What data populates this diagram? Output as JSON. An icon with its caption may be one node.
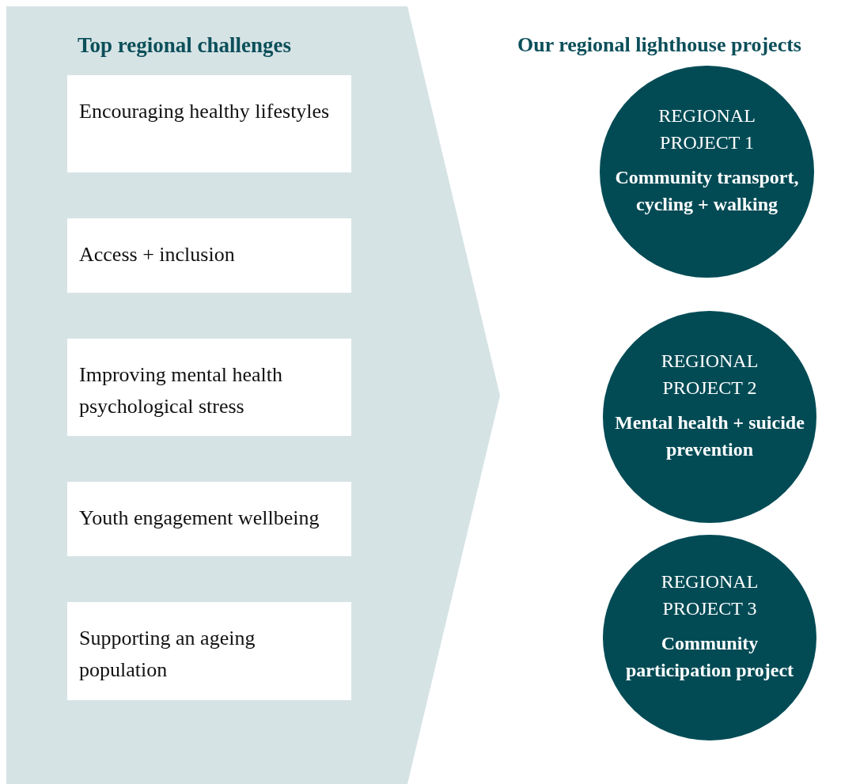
{
  "diagram": {
    "nodes": [
      {
        "text": [
          "Top regional challenges"
        ]
      },
      {
        "text": [
          "Encouraging healthy lifestyles"
        ],
        "in": 0
      },
      {
        "text": [
          "Access + inclusion"
        ],
        "in": 0
      },
      {
        "text": [
          "Improving mental health psychological stress"
        ],
        "in": 0
      },
      {
        "text": [
          "Youth engagement wellbeing"
        ],
        "in": 0
      },
      {
        "text": [
          "Supporting an ageing population"
        ],
        "in": 0
      },
      {
        "text": [
          "REGIONAL PROJECT 1",
          "Community transport, cycling + walking"
        ]
      },
      {
        "text": [
          "REGIONAL PROJECT 2",
          "Mental health + suicide prevention"
        ]
      },
      {
        "text": [
          "REGIONAL PROJECT 3",
          "Community participation project"
        ]
      }
    ],
    "labels": [
      "Our regional lighthouse projects"
    ]
  }
}
